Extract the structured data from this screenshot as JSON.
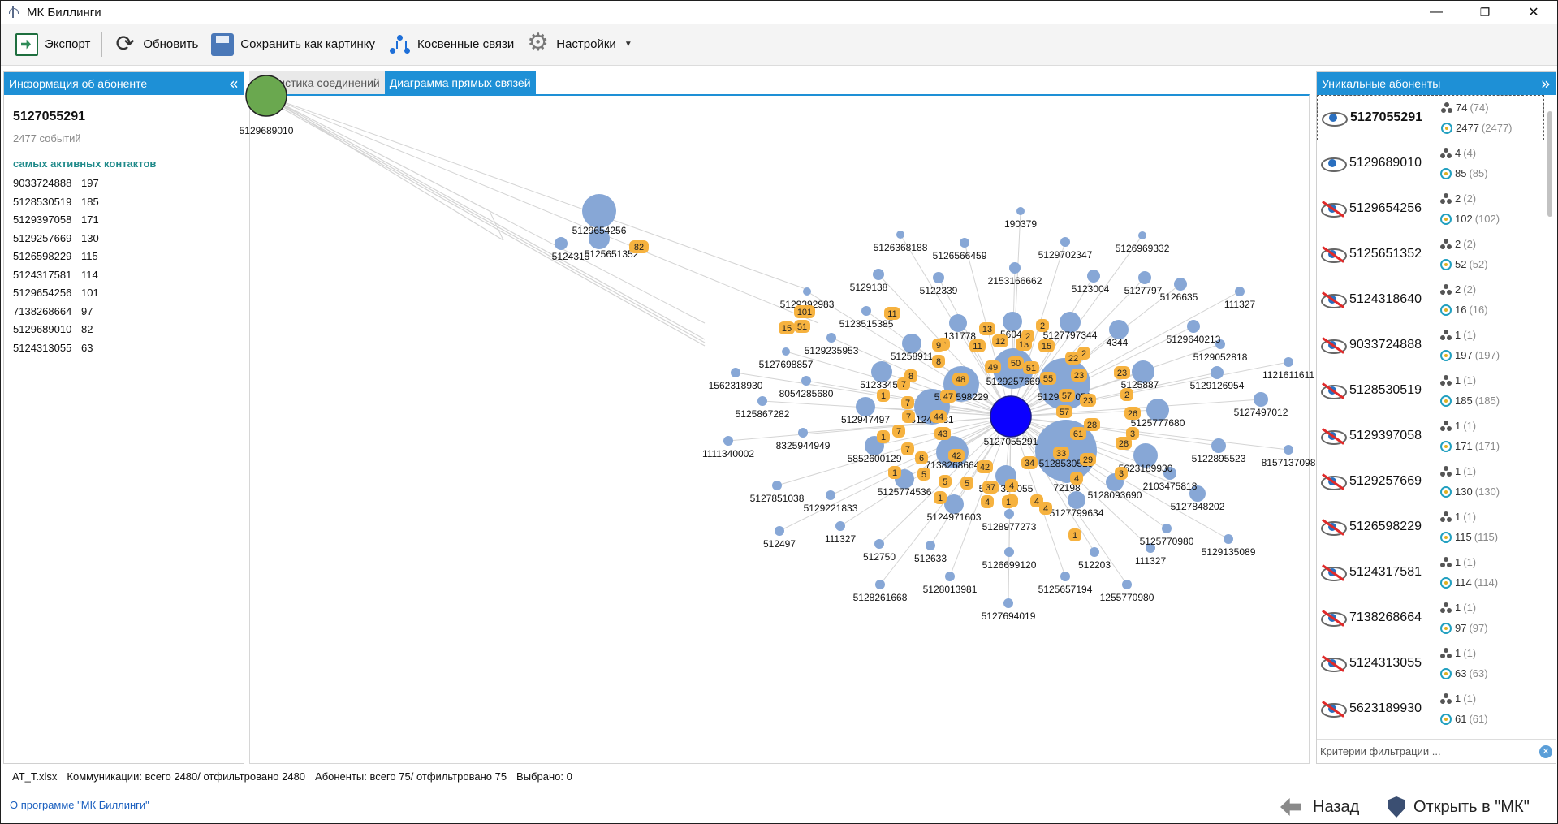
{
  "window": {
    "title": "МК Биллинги",
    "minimize": "—",
    "maximize": "❐",
    "close": "✕"
  },
  "toolbar": {
    "export": "Экспорт",
    "refresh": "Обновить",
    "save_image": "Сохранить как картинку",
    "indirect_links": "Косвенные связи",
    "settings": "Настройки"
  },
  "left_panel": {
    "header": "Информация об абоненте",
    "collapse": "«",
    "subscriber": "5127055291",
    "events": "2477 событий",
    "contacts_heading": "самых активных контактов",
    "contacts": [
      {
        "number": "9033724888",
        "count": "197"
      },
      {
        "number": "5128530519",
        "count": "185"
      },
      {
        "number": "5129397058",
        "count": "171"
      },
      {
        "number": "5129257669",
        "count": "130"
      },
      {
        "number": "5126598229",
        "count": "115"
      },
      {
        "number": "5124317581",
        "count": "114"
      },
      {
        "number": "5129654256",
        "count": "101"
      },
      {
        "number": "7138268664",
        "count": "97"
      },
      {
        "number": "5129689010",
        "count": "82"
      },
      {
        "number": "5124313055",
        "count": "63"
      }
    ]
  },
  "tabs": {
    "stats": "Статистика соединений",
    "diagram": "Диаграмма прямых связей"
  },
  "diagram": {
    "colors": {
      "node": "#87a7d6",
      "center": "#0b00ff",
      "green": "#6aa84f",
      "badge": "#f6b23f",
      "edge": "#d4d4d4"
    },
    "center_label": "5127055291",
    "green_label": "5129689010",
    "top_node_label": "5129654256",
    "left_labels": [
      "5124315",
      "5125651352"
    ],
    "left_badge": "82",
    "labels": [
      {
        "t": "190379"
      },
      {
        "t": "5126368188"
      },
      {
        "t": "5126566459"
      },
      {
        "t": "5129702347"
      },
      {
        "t": "5126969332"
      },
      {
        "t": "5129138"
      },
      {
        "t": "5122339"
      },
      {
        "t": "2153166662"
      },
      {
        "t": "5123004"
      },
      {
        "t": "5127797"
      },
      {
        "t": "111327"
      },
      {
        "t": "5129392983"
      },
      {
        "t": "5123515385"
      },
      {
        "t": "5126635"
      },
      {
        "t": "131778"
      },
      {
        "t": "560415"
      },
      {
        "t": "5127797344"
      },
      {
        "t": "5129640213"
      },
      {
        "t": "5129235953"
      },
      {
        "t": "51258911"
      },
      {
        "t": "5127698857"
      },
      {
        "t": "4344"
      },
      {
        "t": "5129052818"
      },
      {
        "t": "1121611611"
      },
      {
        "t": "1562318930"
      },
      {
        "t": "8054285680"
      },
      {
        "t": "51233458"
      },
      {
        "t": "5126598229"
      },
      {
        "t": "5129257669"
      },
      {
        "t": "5129397058"
      },
      {
        "t": "5125867282"
      },
      {
        "t": "512947497"
      },
      {
        "t": "51243181"
      },
      {
        "t": "5125887"
      },
      {
        "t": "5129126954"
      },
      {
        "t": "5127497012"
      },
      {
        "t": "5125777680"
      },
      {
        "t": "1111340002"
      },
      {
        "t": "8325944949"
      },
      {
        "t": "5852600129"
      },
      {
        "t": "5128530519"
      },
      {
        "t": "5122895523"
      },
      {
        "t": "8157137098"
      },
      {
        "t": "5623189930"
      },
      {
        "t": "5127851038"
      },
      {
        "t": "5129221833"
      },
      {
        "t": "5125774536"
      },
      {
        "t": "7138268664"
      },
      {
        "t": "5124313055"
      },
      {
        "t": "72198"
      },
      {
        "t": "5128093690"
      },
      {
        "t": "5127848202"
      },
      {
        "t": "2103475818"
      },
      {
        "t": "5124971603"
      },
      {
        "t": "5128977273"
      },
      {
        "t": "5127799634"
      },
      {
        "t": "512497"
      },
      {
        "t": "111327"
      },
      {
        "t": "5125770980"
      },
      {
        "t": "5129135089"
      },
      {
        "t": "512750"
      },
      {
        "t": "512633"
      },
      {
        "t": "5126699120"
      },
      {
        "t": "512203"
      },
      {
        "t": "111327"
      },
      {
        "t": "5128261668"
      },
      {
        "t": "5128013981"
      },
      {
        "t": "5125657194"
      },
      {
        "t": "1255770980"
      },
      {
        "t": "5127694019"
      }
    ],
    "badges": [
      "101",
      "51",
      "15",
      "2",
      "11",
      "13",
      "2",
      "9",
      "11",
      "12",
      "13",
      "15",
      "22",
      "2",
      "2",
      "8",
      "49",
      "50",
      "51",
      "55",
      "23",
      "23",
      "7",
      "8",
      "48",
      "57",
      "23",
      "2",
      "1",
      "7",
      "47",
      "57",
      "26",
      "7",
      "44",
      "28",
      "61",
      "7",
      "1",
      "43",
      "3",
      "28",
      "7",
      "6",
      "42",
      "33",
      "29",
      "1",
      "42",
      "34",
      "4",
      "3",
      "5",
      "5",
      "37",
      "4",
      "4",
      "5",
      "4",
      "4",
      "1",
      "4",
      "1",
      "1"
    ]
  },
  "right_panel": {
    "header": "Уникальные абоненты",
    "expand": "»",
    "subscribers": [
      {
        "number": "5127055291",
        "contacts": "74",
        "contacts_total": "(74)",
        "events": "2477",
        "events_total": "(2477)",
        "crossed": false
      },
      {
        "number": "5129689010",
        "contacts": "4",
        "contacts_total": "(4)",
        "events": "85",
        "events_total": "(85)",
        "crossed": false
      },
      {
        "number": "5129654256",
        "contacts": "2",
        "contacts_total": "(2)",
        "events": "102",
        "events_total": "(102)",
        "crossed": true
      },
      {
        "number": "5125651352",
        "contacts": "2",
        "contacts_total": "(2)",
        "events": "52",
        "events_total": "(52)",
        "crossed": true
      },
      {
        "number": "5124318640",
        "contacts": "2",
        "contacts_total": "(2)",
        "events": "16",
        "events_total": "(16)",
        "crossed": true
      },
      {
        "number": "9033724888",
        "contacts": "1",
        "contacts_total": "(1)",
        "events": "197",
        "events_total": "(197)",
        "crossed": true
      },
      {
        "number": "5128530519",
        "contacts": "1",
        "contacts_total": "(1)",
        "events": "185",
        "events_total": "(185)",
        "crossed": true
      },
      {
        "number": "5129397058",
        "contacts": "1",
        "contacts_total": "(1)",
        "events": "171",
        "events_total": "(171)",
        "crossed": true
      },
      {
        "number": "5129257669",
        "contacts": "1",
        "contacts_total": "(1)",
        "events": "130",
        "events_total": "(130)",
        "crossed": true
      },
      {
        "number": "5126598229",
        "contacts": "1",
        "contacts_total": "(1)",
        "events": "115",
        "events_total": "(115)",
        "crossed": true
      },
      {
        "number": "5124317581",
        "contacts": "1",
        "contacts_total": "(1)",
        "events": "114",
        "events_total": "(114)",
        "crossed": true
      },
      {
        "number": "7138268664",
        "contacts": "1",
        "contacts_total": "(1)",
        "events": "97",
        "events_total": "(97)",
        "crossed": true
      },
      {
        "number": "5124313055",
        "contacts": "1",
        "contacts_total": "(1)",
        "events": "63",
        "events_total": "(63)",
        "crossed": true
      },
      {
        "number": "5623189930",
        "contacts": "1",
        "contacts_total": "(1)",
        "events": "61",
        "events_total": "(61)",
        "crossed": true
      }
    ],
    "filter_placeholder": "Критерии фильтрации ...",
    "filter_clear": "✕"
  },
  "status": {
    "file": "AT_T.xlsx",
    "communications": "Коммуникации: всего 2480/ отфильтровано 2480",
    "subscribers": "Абоненты: всего 75/ отфильтровано 75",
    "selected": "Выбрано: 0"
  },
  "footer": {
    "about": "О программе \"МК Биллинги\"",
    "back": "Назад",
    "open_mk": "Открыть в \"МК\""
  }
}
